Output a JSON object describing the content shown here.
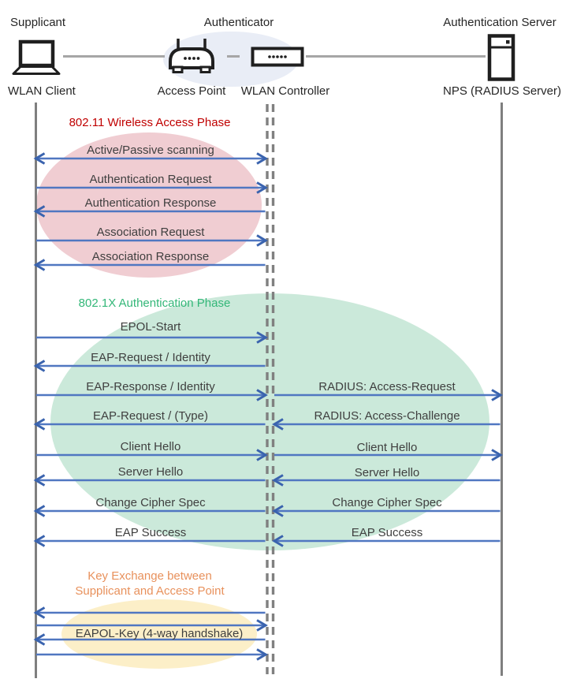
{
  "header": {
    "supplicant_role": "Supplicant",
    "authenticator_role": "Authenticator",
    "auth_server_role": "Authentication Server",
    "wlan_client": "WLAN Client",
    "access_point": "Access Point",
    "wlan_controller": "WLAN Controller",
    "nps": "NPS (RADIUS Server)"
  },
  "phases": {
    "wireless_access": {
      "title": "802.11 Wireless Access Phase",
      "color": "#C00000"
    },
    "dot1x_auth": {
      "title": "802.1X Authentication Phase",
      "color": "#33B778"
    },
    "key_exchange": {
      "title_line1": "Key Exchange between",
      "title_line2": "Supplicant and Access Point",
      "color": "#E8915C"
    }
  },
  "messages": {
    "scanning": "Active/Passive scanning",
    "auth_request": "Authentication Request",
    "auth_response": "Authentication Response",
    "assoc_request": "Association Request",
    "assoc_response": "Association Response",
    "epol_start": "EPOL-Start",
    "eap_request_identity": "EAP-Request / Identity",
    "eap_response_identity": "EAP-Response / Identity",
    "radius_access_request": "RADIUS: Access-Request",
    "eap_request_type": "EAP-Request / (Type)",
    "radius_access_challenge": "RADIUS: Access-Challenge",
    "client_hello": "Client Hello",
    "server_hello": "Server Hello",
    "change_cipher_spec": "Change Cipher Spec",
    "eap_success": "EAP Success",
    "eapol_key": "EAPOL-Key (4-way handshake)"
  },
  "colors": {
    "arrow": "#5077C1",
    "arrow_head": "#3A63AE",
    "lifeline": "#7F7F7F",
    "phase1_ellipse": "#F0CDD2",
    "phase2_ellipse": "#CBE9DA",
    "phase3_ellipse": "#FCEFC8",
    "authenticator_ellipse": "#E9EDF6"
  }
}
